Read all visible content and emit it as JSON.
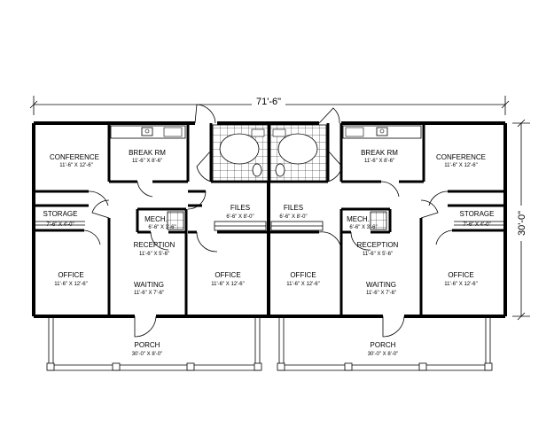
{
  "overall": {
    "width": "71'-6\"",
    "depth": "30'-0\""
  },
  "rooms": {
    "conference_left": {
      "name": "CONFERENCE",
      "size": "11'-6\" X 12'-6\""
    },
    "break_left": {
      "name": "BREAK RM",
      "size": "11'-6\" X 8'-6\""
    },
    "storage_left": {
      "name": "STORAGE",
      "size": "7'-6\" X 4'-0\""
    },
    "mech_left": {
      "name": "MECH.",
      "size": "6'-6\" X 3'-6\""
    },
    "reception_left": {
      "name": "RECEPTION",
      "size": "11'-6\" X 5'-6\""
    },
    "files_left": {
      "name": "FILES",
      "size": "6'-6\" X 8'-0\""
    },
    "office_left_1": {
      "name": "OFFICE",
      "size": "11'-6\" X 12'-6\""
    },
    "waiting_left": {
      "name": "WAITING",
      "size": "11'-6\" X 7'-6\""
    },
    "office_left_2": {
      "name": "OFFICE",
      "size": "11'-6\" X 12'-6\""
    },
    "porch_left": {
      "name": "PORCH",
      "size": "30'-0\" X 8'-0\""
    },
    "files_right": {
      "name": "FILES",
      "size": "6'-6\" X 8'-0\""
    },
    "office_right_1": {
      "name": "OFFICE",
      "size": "11'-6\" X 12'-6\""
    },
    "break_right": {
      "name": "BREAK RM",
      "size": "11'-6\" X 8'-6\""
    },
    "mech_right": {
      "name": "MECH.",
      "size": "6'-6\" X 3'-6\""
    },
    "reception_right": {
      "name": "RECEPTION",
      "size": "11'-6\" X 5'-6\""
    },
    "waiting_right": {
      "name": "WAITING",
      "size": "11'-6\" X 7'-6\""
    },
    "conference_right": {
      "name": "CONFERENCE",
      "size": "11'-6\" X 12'-6\""
    },
    "storage_right": {
      "name": "STORAGE",
      "size": "7'-6\" X 4'-0\""
    },
    "office_right_2": {
      "name": "OFFICE",
      "size": "11'-6\" X 12'-6\""
    },
    "porch_right": {
      "name": "PORCH",
      "size": "30'-0\" X 8'-0\""
    }
  }
}
